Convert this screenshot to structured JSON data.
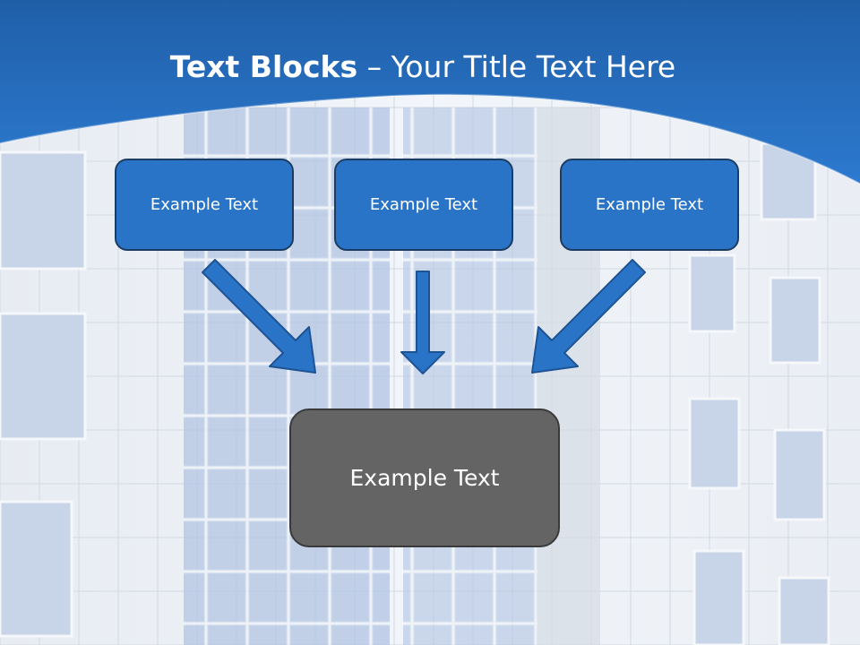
{
  "slide": {
    "title_bold": "Text Blocks",
    "title_dash": " – ",
    "title_rest": "Your Title Text Here"
  },
  "boxes": {
    "top_left": "Example Text",
    "top_center": "Example Text",
    "top_right": "Example Text",
    "bottom": "Example Text"
  },
  "colors": {
    "header_blue": "#2a74c8",
    "box_blue": "#2a74c8",
    "box_border": "#1c3d63",
    "bottom_box": "#646464",
    "arrow_fill": "#2a74c8",
    "arrow_stroke": "#1e5393"
  }
}
